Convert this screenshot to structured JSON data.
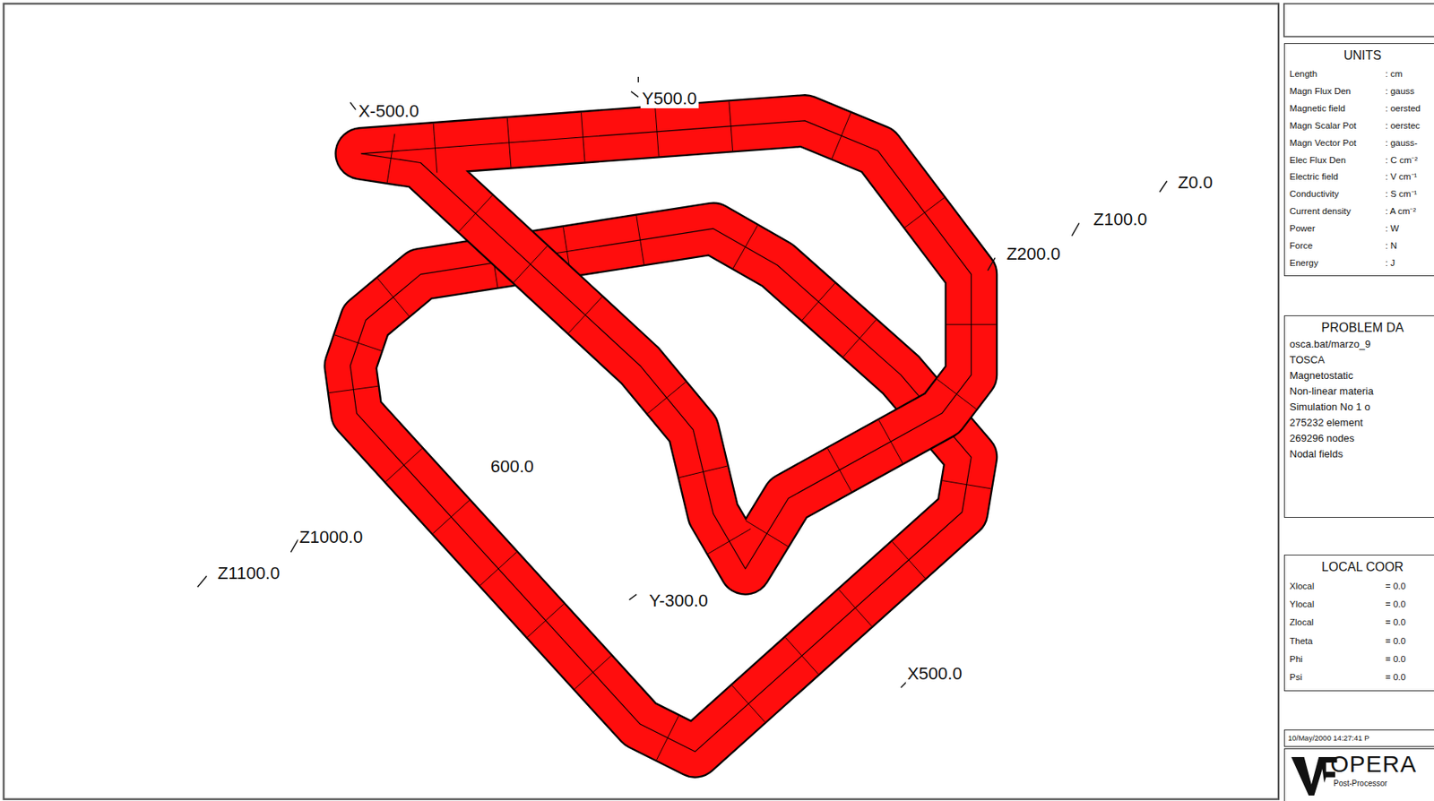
{
  "diagram": {
    "nodes": [
      {
        "text": [
          "UNITS",
          "Length",
          ": cm",
          "Magn Flux Den",
          ": gauss",
          "Magnetic field",
          ": oersted",
          "Magn Scalar Pot",
          ": oerstec",
          "Magn Vector Pot",
          ": gauss-",
          "Elec Flux Den",
          ": C cm⁻²",
          "Electric field",
          ": V cm⁻¹",
          "Conductivity",
          ": S cm⁻¹",
          "Current density",
          ": A cm⁻²",
          "Power",
          ": W",
          "Force",
          ": N",
          "Energy",
          ": J"
        ]
      },
      {
        "text": [
          "PROBLEM DA",
          "osca.bat/marzo_9",
          "TOSCA",
          "Magnetostatic",
          "Non-linear materia",
          "Simulation No 1 o",
          "275232 element",
          "269296 nodes",
          "Nodal fields"
        ]
      },
      {
        "text": [
          "LOCAL COOR",
          "Xlocal",
          "= 0.0",
          "Ylocal",
          "= 0.0",
          "Zlocal",
          "= 0.0",
          "Theta",
          "= 0.0",
          "Phi",
          "= 0.0",
          "Psi",
          "= 0.0"
        ]
      },
      {
        "text": [
          "10/May/2000 14:27:41 P"
        ]
      },
      {
        "text": [
          "OPERA",
          "Post-Processor"
        ]
      }
    ],
    "labels": [
      "X-500.0",
      "Y500.0",
      "Z0.0",
      "Z100.0",
      "Z200.0",
      "Z1000.0",
      "Z1100.0",
      "X500.0",
      "Y-300.0",
      "600.0"
    ]
  }
}
